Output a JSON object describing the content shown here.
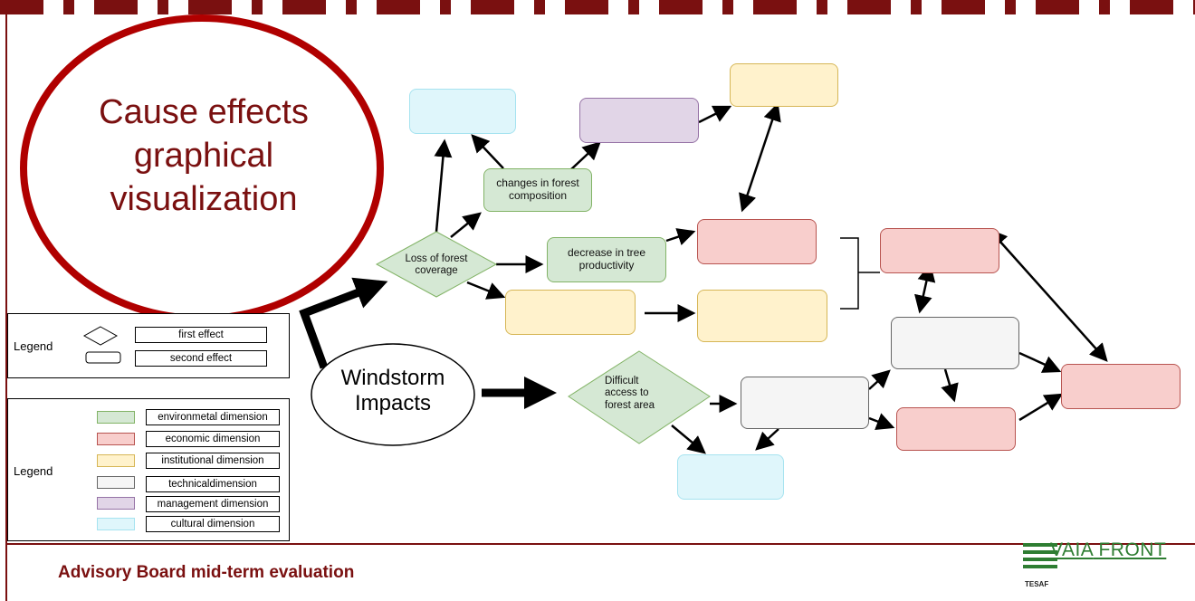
{
  "title": "Cause effects graphical visualization",
  "windstorm": "Windstorm Impacts",
  "footer": "Advisory Board mid-term evaluation",
  "logo": {
    "brand_prefix": "VAIA",
    "brand_suffix": "FRONT",
    "sub": "TESAF",
    "color": "#2e7d32"
  },
  "legend_shapes": {
    "title": "Legend",
    "items": [
      {
        "shape": "diamond",
        "label": "first effect"
      },
      {
        "shape": "rounded-rectangle",
        "label": "second  effect"
      }
    ]
  },
  "legend_dimensions": {
    "title": "Legend",
    "items": [
      {
        "label": "environmetal dimension",
        "color": "#d5e8d4"
      },
      {
        "label": "economic dimension",
        "color": "#f8cecc"
      },
      {
        "label": "institutional dimension",
        "color": "#fff2cc"
      },
      {
        "label": "technicaldimension",
        "color": "#f5f5f5"
      },
      {
        "label": "management dimension",
        "color": "#e1d5e7"
      },
      {
        "label": "cultural dimension",
        "color": "#dff6fb"
      }
    ]
  },
  "diagram": {
    "diamonds": [
      {
        "id": "d1",
        "label": "Loss of forest coverage",
        "dimension": "environmental"
      },
      {
        "id": "d2",
        "label": "Difficult access to forest area",
        "dimension": "environmental"
      }
    ],
    "labeled_boxes": [
      {
        "id": "b_comp",
        "label": "changes in forest composition",
        "dimension": "environmental"
      },
      {
        "id": "b_prod",
        "label": "decrease in tree productivity",
        "dimension": "environmental"
      }
    ],
    "colors": {
      "environmental": "#d5e8d4",
      "economic": "#f8cecc",
      "institutional": "#fff2cc",
      "technical": "#f5f5f5",
      "management": "#e1d5e7",
      "cultural": "#dff6fb",
      "title_ellipse": "#b00000",
      "title_text": "#7a1010",
      "top_band": "#7a1010"
    }
  }
}
